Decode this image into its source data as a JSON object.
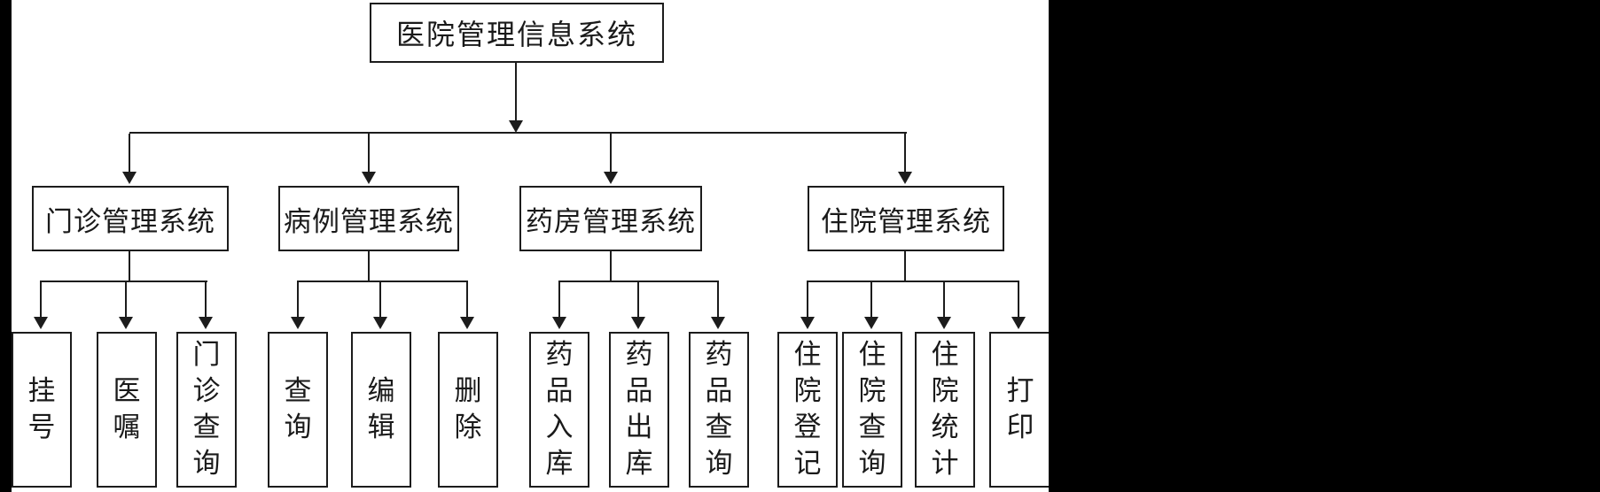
{
  "diagram": {
    "root": {
      "label": "医院管理信息系统"
    },
    "branches": [
      {
        "label": "门诊管理系统",
        "children": [
          {
            "label": "挂号"
          },
          {
            "label": "医嘱"
          },
          {
            "label": "门诊查询"
          }
        ]
      },
      {
        "label": "病例管理系统",
        "children": [
          {
            "label": "查询"
          },
          {
            "label": "编辑"
          },
          {
            "label": "删除"
          }
        ]
      },
      {
        "label": "药房管理系统",
        "children": [
          {
            "label": "药品入库"
          },
          {
            "label": "药品出库"
          },
          {
            "label": "药品查询"
          }
        ]
      },
      {
        "label": "住院管理系统",
        "children": [
          {
            "label": "住院登记"
          },
          {
            "label": "住院查询"
          },
          {
            "label": "住院统计"
          },
          {
            "label": "打印"
          }
        ]
      }
    ]
  }
}
